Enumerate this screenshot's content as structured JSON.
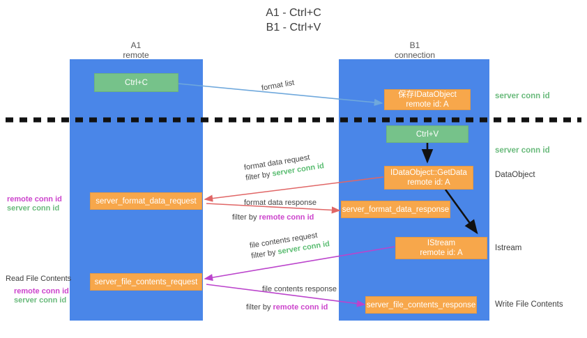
{
  "title": {
    "line1": "A1 - Ctrl+C",
    "line2": "B1 - Ctrl+V"
  },
  "columns": [
    {
      "name": "A1",
      "role": "remote"
    },
    {
      "name": "B1",
      "role": "connection"
    }
  ],
  "colors": {
    "lane": "#4a86e8",
    "green_box": "#76c28a",
    "orange_box": "#f7a74b",
    "server_conn_id": "#5bbd72",
    "remote_conn_id": "#cc44cc",
    "divider": "#000000",
    "format_arrow": "#e06666",
    "file_arrow": "#bb44cc",
    "copy_arrow": "#6fa8dc",
    "flow_arrow": "#000000"
  },
  "nodes": {
    "ctrl_c": {
      "label": "Ctrl+C"
    },
    "save_idataobject": {
      "line1": "保存IDataObject",
      "line2": "remote id: A"
    },
    "ctrl_v": {
      "label": "Ctrl+V"
    },
    "getdata": {
      "line1": "IDataObject::GetData",
      "line2": "remote id: A"
    },
    "istream": {
      "line1": "IStream",
      "line2": "remote id: A"
    },
    "server_format_data_request": {
      "label": "server_format_data_request"
    },
    "server_format_data_response": {
      "label": "server_format_data_response"
    },
    "server_file_contents_request": {
      "label": "server_file_contents_request"
    },
    "server_file_contents_response": {
      "label": "server_file_contents_response"
    }
  },
  "edge_labels": {
    "format_list": {
      "text": "format list"
    },
    "format_data_request": {
      "line1": "format data request",
      "filter_prefix": "filter by ",
      "filter_value": "server conn id"
    },
    "format_data_response": {
      "line1": "format data response",
      "filter_prefix": "filter by ",
      "filter_value": "remote conn id"
    },
    "file_contents_request": {
      "line1": "file contents request",
      "filter_prefix": "filter by ",
      "filter_value": "server conn id"
    },
    "file_contents_response": {
      "line1": "file contents response",
      "filter_prefix": "filter by ",
      "filter_value": "remote conn id"
    }
  },
  "annotations": {
    "right": [
      {
        "text": "server conn id",
        "style": "green"
      },
      {
        "text": "server conn id",
        "style": "green"
      },
      {
        "text": "DataObject",
        "style": "plain"
      },
      {
        "text": "Istream",
        "style": "plain"
      },
      {
        "text": "Write File Contents",
        "style": "plain"
      }
    ],
    "left": {
      "format_remote": "remote conn id",
      "format_server": "server conn id",
      "read_file_contents": "Read File Contents",
      "file_remote": "remote conn id",
      "file_server": "server conn id"
    }
  }
}
